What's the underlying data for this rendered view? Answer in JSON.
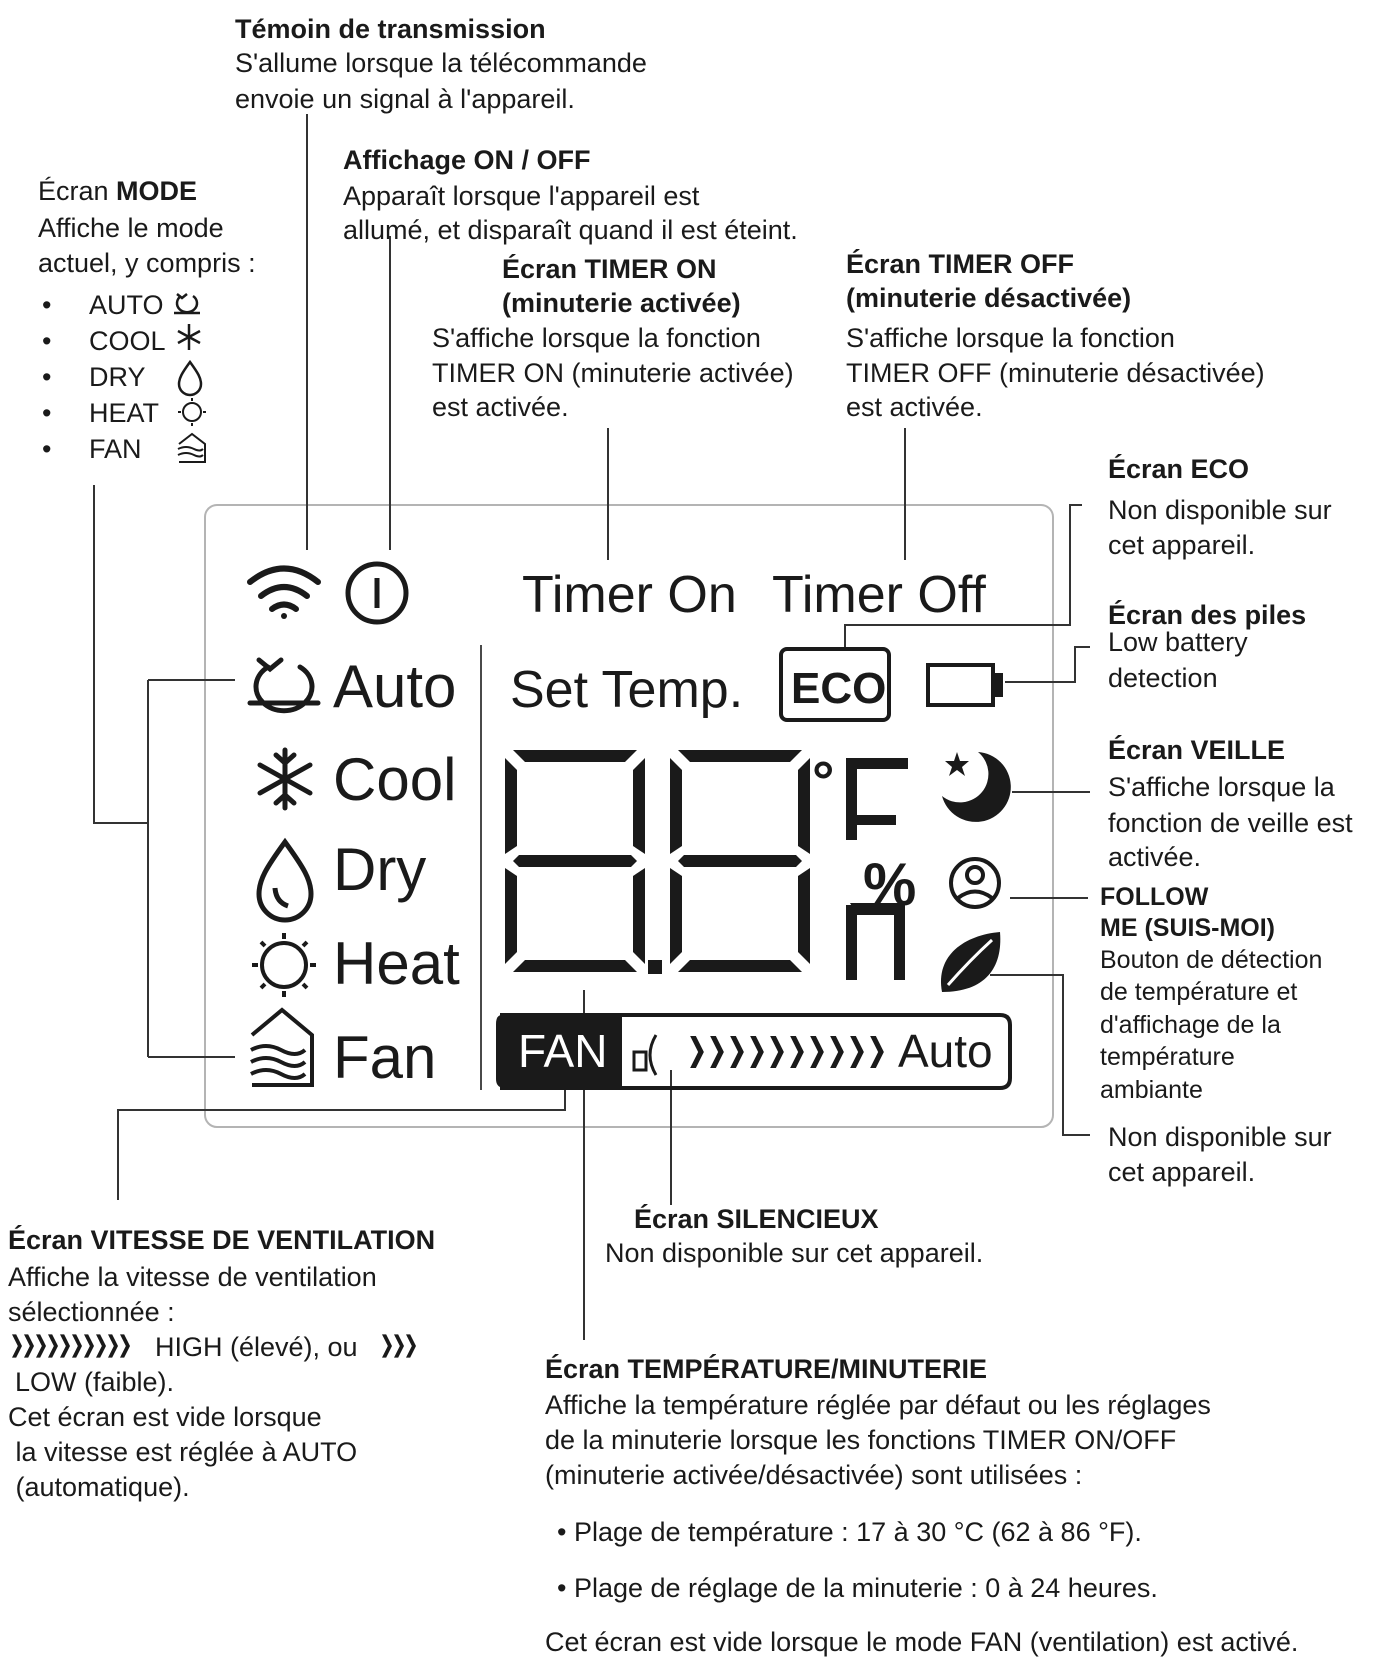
{
  "transmission": {
    "title": "Témoin de transmission",
    "desc": [
      "S'allume lorsque la télécommande",
      "envoie un signal à l'appareil."
    ]
  },
  "onoff": {
    "title": "Affichage ON / OFF",
    "desc": [
      "Apparaît lorsque l'appareil est",
      "allumé, et disparaît quand il est éteint."
    ]
  },
  "mode": {
    "title_a": "Écran ",
    "title_b": "MODE",
    "desc": [
      "Affiche le mode",
      "actuel, y compris :"
    ],
    "items": [
      {
        "label": "AUTO",
        "icon": "auto-icon"
      },
      {
        "label": "COOL",
        "icon": "snowflake-icon"
      },
      {
        "label": "DRY",
        "icon": "drop-icon"
      },
      {
        "label": "HEAT",
        "icon": "sun-icon"
      },
      {
        "label": "FAN",
        "icon": "fan-house-icon"
      }
    ]
  },
  "timer_on": {
    "title": [
      "Écran TIMER ON",
      "(minuterie activée)"
    ],
    "desc": [
      "S'affiche lorsque la fonction",
      "TIMER ON (minuterie activée)",
      "est activée."
    ]
  },
  "timer_off": {
    "title": [
      "Écran TIMER OFF",
      "(minuterie désactivée)"
    ],
    "desc": [
      "S'affiche lorsque la fonction",
      "TIMER OFF (minuterie désactivée)",
      "est activée."
    ]
  },
  "eco": {
    "title": "Écran ECO",
    "desc": [
      "Non disponible sur",
      "cet appareil."
    ]
  },
  "battery": {
    "title": "Écran des piles",
    "desc": [
      "Low battery",
      "detection"
    ]
  },
  "sleep": {
    "title": "Écran VEILLE",
    "desc": [
      "S'affiche lorsque la",
      "fonction de veille est",
      "activée."
    ]
  },
  "follow": {
    "title": [
      "FOLLOW",
      "ME  (SUIS-MOI)"
    ],
    "desc": [
      "Bouton de détection",
      "de température et",
      "d'affichage de la",
      "température",
      "ambiante"
    ]
  },
  "leaf": {
    "desc": [
      "Non disponible sur",
      "cet appareil."
    ]
  },
  "fan_speed": {
    "title": "Écran VITESSE DE VENTILATION",
    "desc1": [
      "Affiche la vitesse de ventilation",
      "sélectionnée :"
    ],
    "high": "HIGH (élevé), ou",
    "low": "LOW (faible).",
    "desc2": [
      "Cet écran est vide lorsque",
      " la vitesse est réglée à AUTO",
      " (automatique)."
    ]
  },
  "silent": {
    "title": "Écran SILENCIEUX",
    "desc": "Non disponible sur cet appareil."
  },
  "temp_timer": {
    "title": "Écran TEMPÉRATURE/MINUTERIE",
    "desc": [
      "Affiche la température réglée par défaut ou les réglages",
      "de la minuterie lorsque les fonctions TIMER ON/OFF",
      "(minuterie activée/désactivée) sont utilisées :"
    ],
    "bullets": [
      "Plage de température : 17 à 30 °C (62 à 86 °F).",
      "Plage de réglage de la minuterie : 0 à 24 heures."
    ],
    "footer": "Cet écran est vide lorsque le mode FAN (ventilation) est activé."
  },
  "lcd": {
    "timer_on": "Timer On",
    "timer_off": "Timer Off",
    "set_temp": "Set Temp.",
    "eco": "ECO",
    "modes": [
      "Auto",
      "Cool",
      "Dry",
      "Heat",
      "Fan"
    ],
    "fan_label": "FAN",
    "fan_auto": "Auto",
    "deg": "°",
    "percent": "%"
  }
}
